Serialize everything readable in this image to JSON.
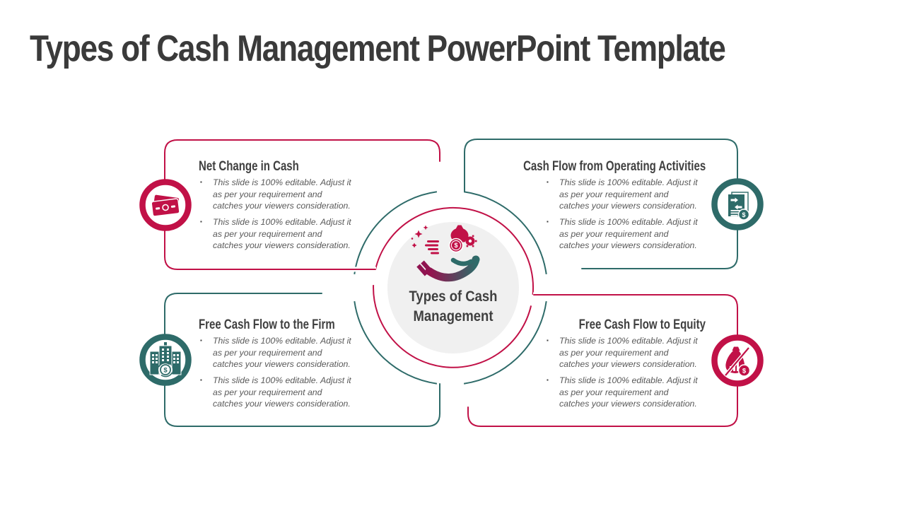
{
  "slide": {
    "title": "Types of Cash Management PowerPoint Template",
    "bullet_marker": "▪",
    "dollar_glyph": "$",
    "center": {
      "icon": "hand-holding-money-icon",
      "title_lines": [
        "Types of Cash",
        "Management"
      ]
    },
    "colors": {
      "crimson": "#C11147",
      "teal": "#2E6B69",
      "title_text": "#3A3A3A",
      "heading_text": "#404040",
      "body_text": "#595959",
      "center_circle_fill": "#F0F0F0"
    },
    "boxes": [
      {
        "id": "net-change-in-cash",
        "position": "top-left",
        "accent": "crimson",
        "icon": "money-bills-icon",
        "title": "Net Change in Cash",
        "bullets": [
          {
            "lines": [
              "This slide is 100% editable. Adjust it",
              "as per your requirement and",
              "catches your viewers consideration."
            ]
          },
          {
            "lines": [
              "This slide is 100% editable. Adjust it",
              "as per your requirement and",
              "catches your viewers consideration."
            ]
          }
        ]
      },
      {
        "id": "cash-flow-from-operating-activities",
        "position": "top-right",
        "accent": "teal",
        "icon": "financial-document-icon",
        "title": "Cash Flow from Operating Activities",
        "bullets": [
          {
            "lines": [
              "This slide is 100% editable. Adjust it",
              "as per your requirement and",
              "catches your viewers consideration."
            ]
          },
          {
            "lines": [
              "This slide is 100% editable. Adjust it",
              "as per your requirement and",
              "catches your viewers consideration."
            ]
          }
        ]
      },
      {
        "id": "free-cash-flow-to-the-firm",
        "position": "bottom-left",
        "accent": "teal",
        "icon": "company-buildings-icon",
        "title": "Free Cash Flow to the Firm",
        "bullets": [
          {
            "lines": [
              "This slide is 100% editable. Adjust it",
              "as per your requirement and",
              "catches your viewers consideration."
            ]
          },
          {
            "lines": [
              "This slide is 100% editable. Adjust it",
              "as per your requirement and",
              "catches your viewers consideration."
            ]
          }
        ]
      },
      {
        "id": "free-cash-flow-to-equity",
        "position": "bottom-right",
        "accent": "crimson",
        "icon": "money-bag-icon",
        "title": "Free Cash Flow to Equity",
        "bullets": [
          {
            "lines": [
              "This slide is 100% editable. Adjust it",
              "as per your requirement and",
              "catches your viewers consideration."
            ]
          },
          {
            "lines": [
              "This slide is 100% editable. Adjust it",
              "as per your requirement and",
              "catches your viewers consideration."
            ]
          }
        ]
      }
    ]
  }
}
